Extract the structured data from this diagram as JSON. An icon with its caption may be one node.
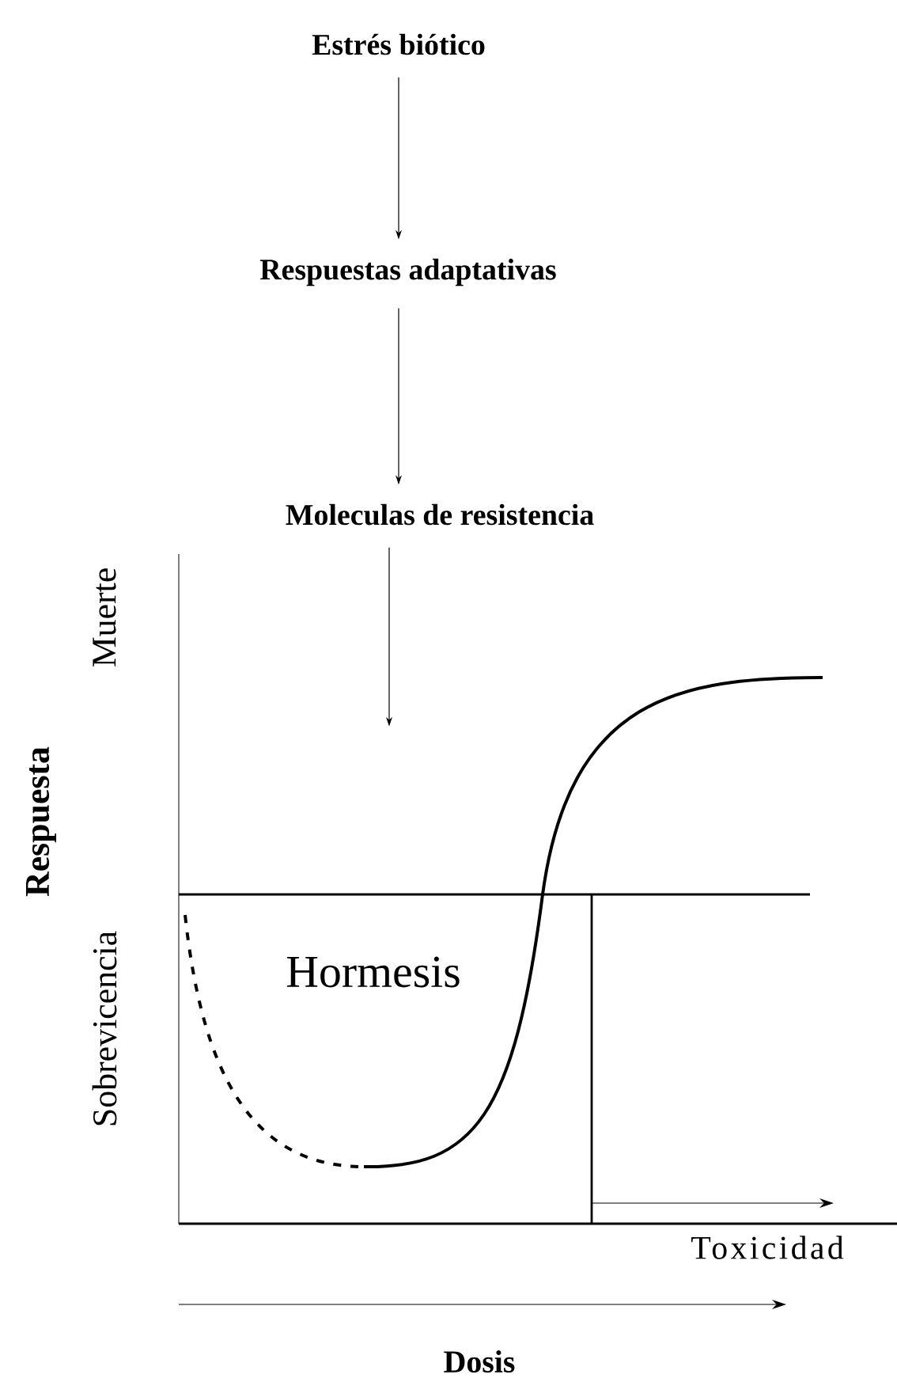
{
  "diagram": {
    "nodes": [
      {
        "text": [
          "Estrés biótico"
        ]
      },
      {
        "text": [
          "Respuestas adaptativas"
        ]
      },
      {
        "text": [
          "Moleculas de resistencia"
        ]
      }
    ],
    "edges": [
      {
        "from": 0,
        "to": 1,
        "arrow": "to"
      },
      {
        "from": 1,
        "to": 2,
        "arrow": "to"
      },
      {
        "from": 2,
        "to": null,
        "arrow": "to"
      }
    ],
    "labels": [
      "Muerte",
      "Respuesta",
      "Sobrevicencia",
      "Hormesis",
      "Toxicidad",
      "Dosis"
    ]
  }
}
